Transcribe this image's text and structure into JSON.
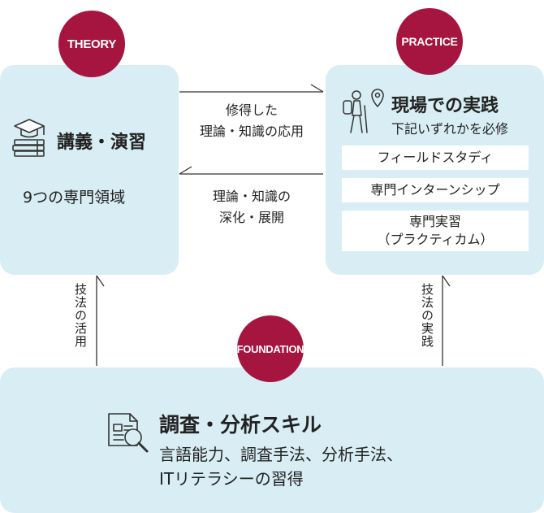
{
  "theory": {
    "badge": "THEORY",
    "title": "講義・演習",
    "subtitle": "9つの専門領域",
    "icon": "books-graduation-cap-icon"
  },
  "practice": {
    "badge": "PRACTICE",
    "title": "現場での実践",
    "subtitle": "下記いずれかを必修",
    "icon": "hiker-location-icon",
    "items": [
      {
        "label": "フィールドスタディ"
      },
      {
        "label": "専門インターンシップ"
      },
      {
        "line1": "専門実習",
        "line2": "（プラクティカム）"
      }
    ]
  },
  "foundation": {
    "badge": "FOUNDATION",
    "title": "調査・分析スキル",
    "line1": "言語能力、調査手法、分析手法、",
    "line2": "ITリテラシーの習得",
    "icon": "document-magnifier-icon"
  },
  "arrows": {
    "to_practice": {
      "line1": "修得した",
      "line2": "理論・知識の応用"
    },
    "to_theory": {
      "line1": "理論・知識の",
      "line2": "深化・展開"
    },
    "foundation_to_theory": "技法の活用",
    "foundation_to_practice": "技法の実践"
  },
  "colors": {
    "box_fill": "#d8eef4",
    "badge": "#a6153f",
    "text": "#222222"
  }
}
